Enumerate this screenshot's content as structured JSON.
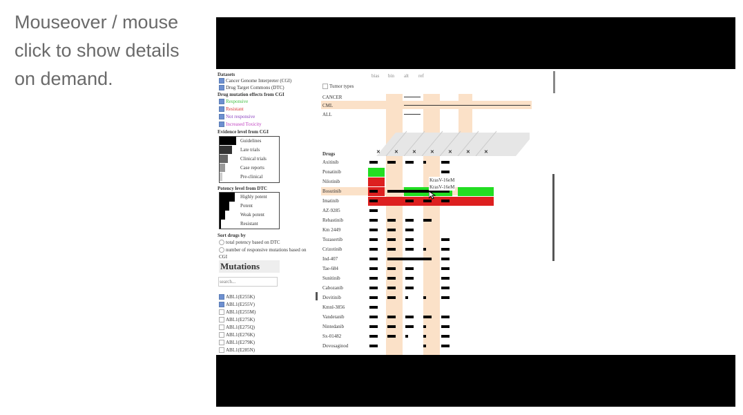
{
  "caption": {
    "lines": [
      "Mouseover / mouse",
      "click to show details",
      "on demand."
    ]
  },
  "left_panel": {
    "datasets_title": "Datasets",
    "datasets": [
      {
        "label": "Cancer Genome Interpreter (CGI)",
        "checked": true
      },
      {
        "label": "Drug Target Commons (DTC)",
        "checked": true
      }
    ],
    "effects_title": "Drug mutation effects from CGI",
    "effects": [
      {
        "label": "Responsive",
        "color": "#3fbf3f",
        "checked": true
      },
      {
        "label": "Resistant",
        "color": "#d93030",
        "checked": true
      },
      {
        "label": "Not responsive",
        "color": "#8a3fbf",
        "checked": true
      },
      {
        "label": "Increased Toxicity",
        "color": "#c040c0",
        "checked": true
      }
    ],
    "evidence_title": "Evidence level from CGI",
    "evidence_levels": [
      "Guidelines",
      "Late trials",
      "Clinical trials",
      "Case reports",
      "Pre-clinical"
    ],
    "potency_title": "Potency level from DTC",
    "potency_levels": [
      "Highly potent",
      "Potent",
      "Weak potent",
      "Resistant"
    ],
    "sort_title": "Sort drugs by",
    "sort_options": [
      "total potency based on DTC",
      "number of responsive mutations based on CGI"
    ],
    "mutations_title": "Mutations",
    "search_placeholder": "search...",
    "mutations": [
      {
        "label": "ABL1(E255K)",
        "checked": true
      },
      {
        "label": "ABL1(E255V)",
        "checked": true
      },
      {
        "label": "ABL1(E255M)",
        "checked": false
      },
      {
        "label": "ABL1(E275K)",
        "checked": false
      },
      {
        "label": "ABL1(E275Q)",
        "checked": false
      },
      {
        "label": "ABL1(E276K)",
        "checked": false
      },
      {
        "label": "ABL1(E279K)",
        "checked": false
      },
      {
        "label": "ABL1(E285N)",
        "checked": false
      }
    ]
  },
  "matrix": {
    "tumor_label": "Tumor types",
    "tumors": [
      "CANCER",
      "CML",
      "ALL"
    ],
    "drugs_label": "Drugs",
    "drugs": [
      "Axitinib",
      "Ponatinib",
      "Nilotinib",
      "Bosutinib",
      "Imatinib",
      "AZ-9285",
      "Rebastinib",
      "Km 2449",
      "Tozasertib",
      "Crizotinib",
      "Ind-407",
      "Tae-684",
      "Sunitinib",
      "Cabozanib",
      "Dovitinib",
      "Kmnl-3856",
      "Vandetanib",
      "Nintedanib",
      "Sx-01482",
      "Dovosaginod"
    ],
    "tooltip": [
      "KrasV-16eM",
      "KrasV-16eM"
    ],
    "top_ticks": [
      "bias",
      "bin",
      "alt",
      "ref"
    ]
  },
  "colors": {
    "responsive": "#22dd22",
    "resistant": "#dd1f1f",
    "highlight": "#fbe1c8"
  }
}
